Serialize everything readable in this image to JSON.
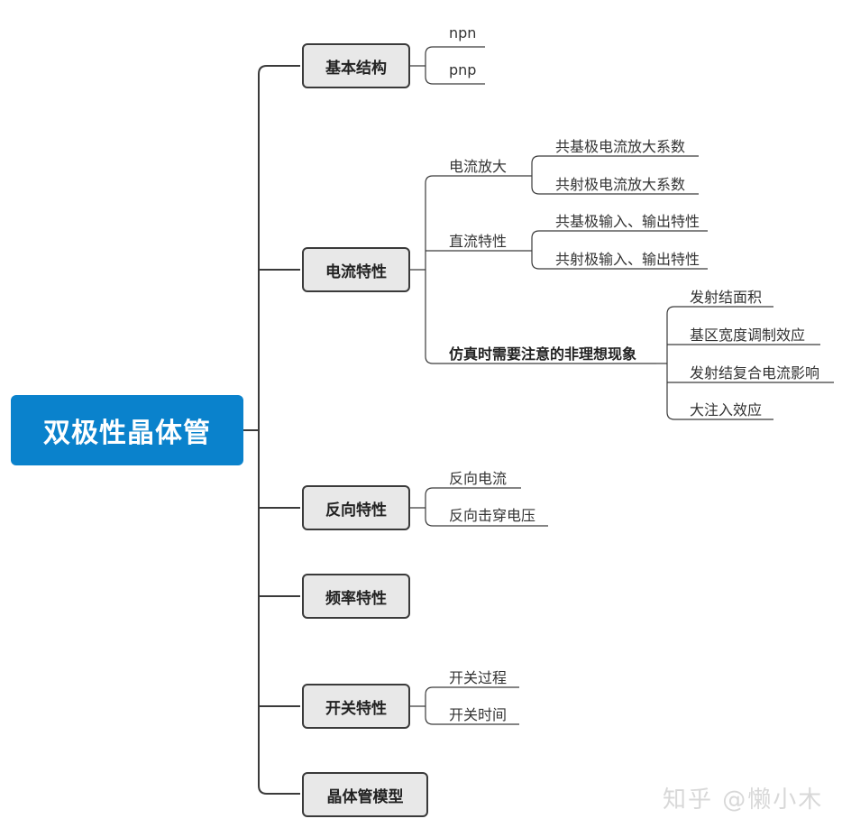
{
  "root": {
    "label": "双极性晶体管"
  },
  "branches": [
    {
      "label": "基本结构",
      "children": [
        "npn",
        "pnp"
      ]
    },
    {
      "label": "电流特性",
      "groups": [
        {
          "label": "电流放大",
          "children": [
            "共基极电流放大系数",
            "共射极电流放大系数"
          ]
        },
        {
          "label": "直流特性",
          "children": [
            "共基极输入、输出特性",
            "共射极输入、输出特性"
          ]
        },
        {
          "label": "仿真时需要注意的非理想现象",
          "children": [
            "发射结面积",
            "基区宽度调制效应",
            "发射结复合电流影响",
            "大注入效应"
          ]
        }
      ]
    },
    {
      "label": "反向特性",
      "children": [
        "反向电流",
        "反向击穿电压"
      ]
    },
    {
      "label": "频率特性",
      "children": []
    },
    {
      "label": "开关特性",
      "children": [
        "开关过程",
        "开关时间"
      ]
    },
    {
      "label": "晶体管模型",
      "children": []
    }
  ],
  "watermark": "知乎 @懒小木",
  "colors": {
    "root": "#0a82cc",
    "box": "#e8e8e8",
    "line": "#3a3a3a"
  }
}
